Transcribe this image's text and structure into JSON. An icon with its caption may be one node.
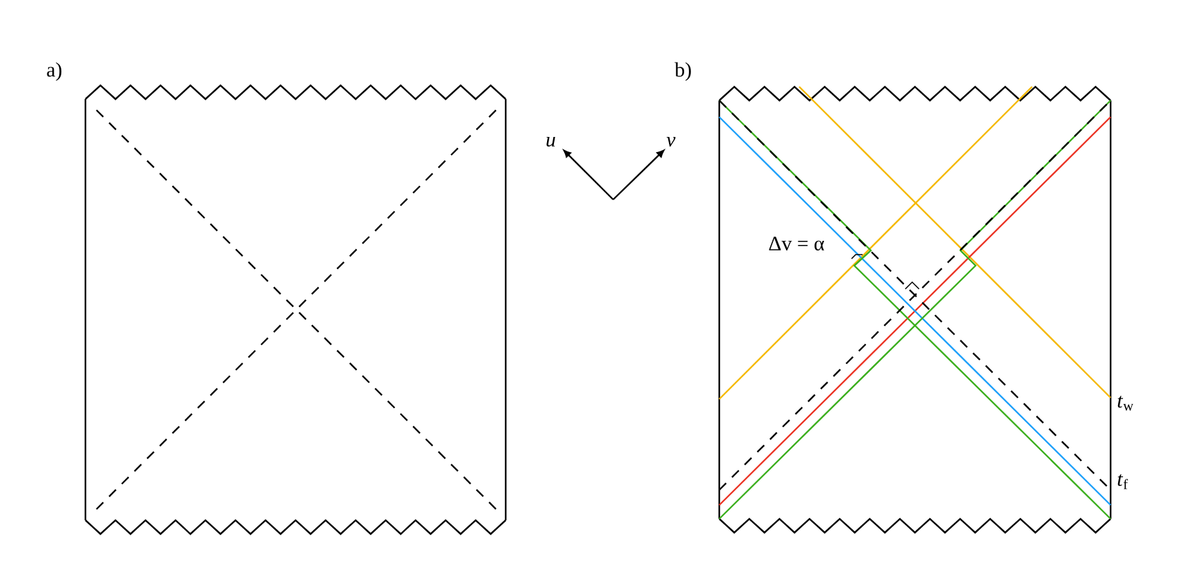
{
  "diagram": {
    "labels": [
      "a)",
      "b)",
      "*u*",
      "*v*",
      "Δv = α",
      "*t*$_{w}$",
      "*t*$_{f}$"
    ]
  }
}
